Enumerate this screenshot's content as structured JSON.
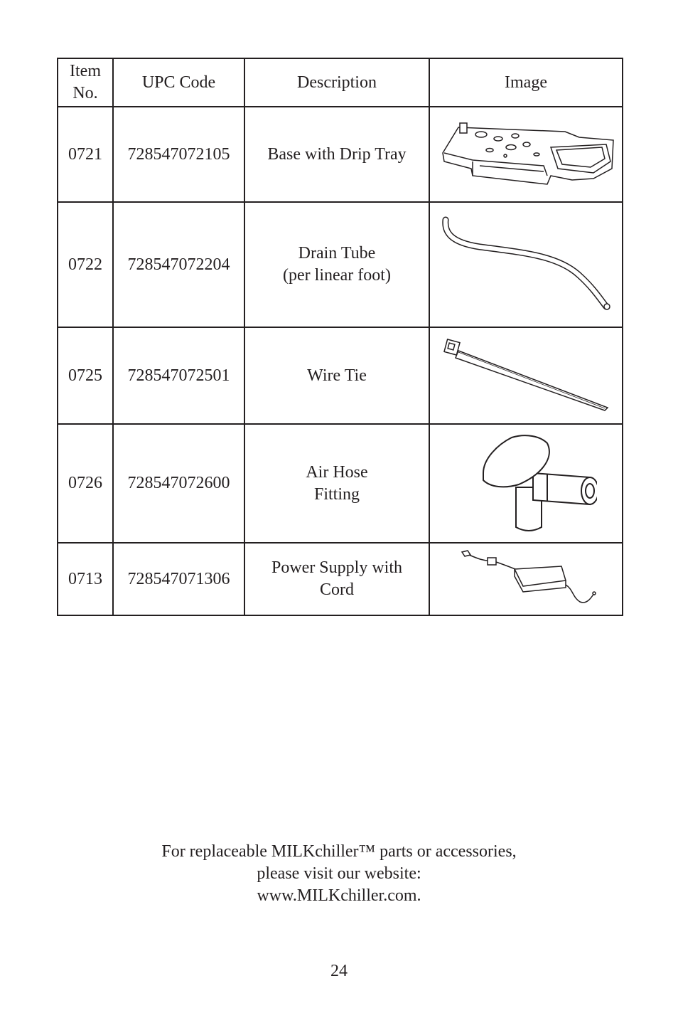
{
  "table": {
    "headers": {
      "item_no": "Item\nNo.",
      "upc": "UPC Code",
      "description": "Description",
      "image": "Image"
    },
    "rows": [
      {
        "item": "0721",
        "upc": "728547072105",
        "description": "Base with Drip Tray",
        "image": "base-with-drip-tray-drawing"
      },
      {
        "item": "0722",
        "upc": "728547072204",
        "description": "Drain Tube\n(per linear foot)",
        "image": "drain-tube-drawing"
      },
      {
        "item": "0725",
        "upc": "728547072501",
        "description": "Wire Tie",
        "image": "wire-tie-drawing"
      },
      {
        "item": "0726",
        "upc": "728547072600",
        "description": "Air Hose\nFitting",
        "image": "air-hose-fitting-drawing"
      },
      {
        "item": "0713",
        "upc": "728547071306",
        "description": "Power Supply with\nCord",
        "image": "power-supply-drawing"
      }
    ]
  },
  "footer": {
    "line1": "For replaceable MILKchiller™ parts or accessories,",
    "line2": "please visit our website:",
    "line3": "www.MILKchiller.com."
  },
  "page_number": "24"
}
